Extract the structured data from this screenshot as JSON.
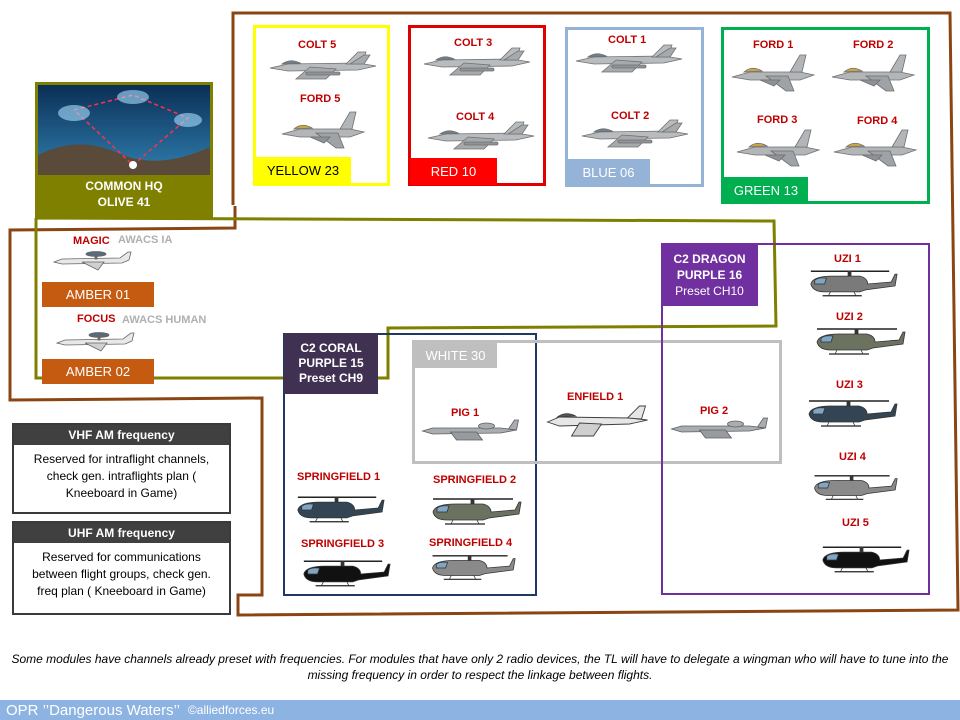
{
  "groups": {
    "yellow": {
      "tag": "YELLOW 23",
      "flights": [
        "COLT 5",
        "FORD 5"
      ],
      "color": "#ffff00"
    },
    "red": {
      "tag": "RED 10",
      "flights": [
        "COLT 3",
        "COLT 4"
      ],
      "color": "#ff0000"
    },
    "blue": {
      "tag": "BLUE 06",
      "flights": [
        "COLT 1",
        "COLT 2"
      ],
      "color": "#95b3d7"
    },
    "green": {
      "tag": "GREEN 13",
      "flights": [
        "FORD 1",
        "FORD 2",
        "FORD 3",
        "FORD 4"
      ],
      "color": "#00b050"
    },
    "white": {
      "tag": "WHITE 30",
      "flights": [
        "PIG 1",
        "ENFIELD 1",
        "PIG 2"
      ],
      "color": "#bfbfbf"
    },
    "coral": {
      "line1": "C2 CORAL",
      "line2": "PURPLE 15",
      "line3": "Preset CH9",
      "flights": [
        "SPRINGFIELD  1",
        "SPRINGFIELD  2",
        "SPRINGFIELD  3",
        "SPRINGFIELD  4"
      ],
      "color": "#1f3864"
    },
    "dragon": {
      "line1": "C2 DRAGON",
      "line2": "PURPLE 16",
      "line3": "Preset CH10",
      "flights": [
        "UZI 1",
        "UZI 2",
        "UZI 3",
        "UZI 4",
        "UZI 5"
      ],
      "color": "#7030a0"
    }
  },
  "hq": {
    "line1": "COMMON HQ",
    "line2": "OLIVE 41",
    "color": "#7f7f00"
  },
  "amber": [
    {
      "callsign": "MAGIC",
      "role": "AWACS IA",
      "tag": "AMBER 01"
    },
    {
      "callsign": "FOCUS",
      "role": "AWACS HUMAN",
      "tag": "AMBER 02"
    }
  ],
  "vhf": {
    "title": "VHF AM frequency",
    "text": "Reserved for intraflight channels, check gen. intraflights plan ( Kneeboard in Game)"
  },
  "uhf": {
    "title": "UHF AM frequency",
    "text": "Reserved for communications between flight groups, check gen. freq plan ( Kneeboard in Game)"
  },
  "note": "Some modules have channels already preset with frequencies. For modules that have only 2 radio devices, the TL will have to delegate a wingman who will have to tune into the missing frequency in order to respect the linkage between flights.",
  "footer": {
    "title": "OPR ’’Dangerous Waters’’",
    "copyright": "©alliedforces.eu"
  },
  "icons": [
    "fa18-icon",
    "f16-icon",
    "awacs-icon",
    "a10-icon",
    "harrier-icon",
    "helicopter-icon",
    "radar-network-icon"
  ]
}
